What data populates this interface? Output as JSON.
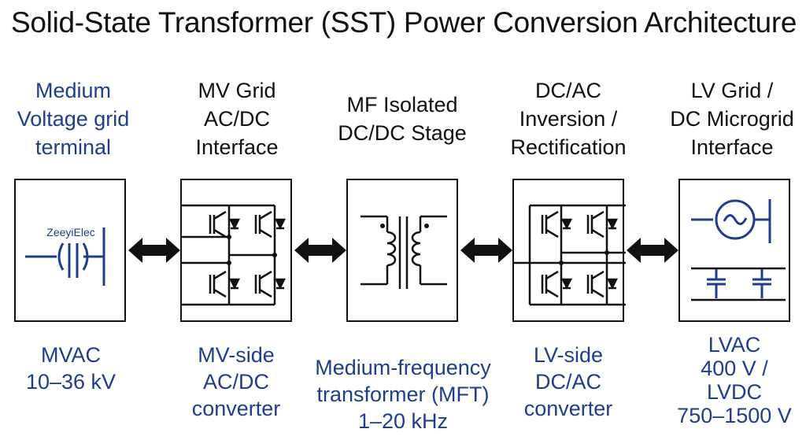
{
  "title": "Solid-State Transformer (SST) Power Conversion Architecture",
  "stages": [
    {
      "top_lines": [
        "Medium",
        "Voltage grid",
        "terminal"
      ],
      "bottom_lines": [
        "MVAC",
        "10–36 kV"
      ],
      "icon": "mv-terminal-icon",
      "brand": "ZeeyiElec"
    },
    {
      "top_lines": [
        "MV Grid",
        "AC/DC",
        "Interface"
      ],
      "bottom_lines": [
        "MV-side",
        "AC/DC",
        "converter"
      ],
      "icon": "igbt-bridge-icon"
    },
    {
      "top_lines": [
        "MF Isolated",
        "DC/DC Stage"
      ],
      "bottom_lines": [
        "Medium-frequency",
        "transformer (MFT)",
        "1–20 kHz"
      ],
      "icon": "transformer-icon"
    },
    {
      "top_lines": [
        "DC/AC",
        "Inversion /",
        "Rectification"
      ],
      "bottom_lines": [
        "LV-side",
        "DC/AC",
        "converter"
      ],
      "icon": "igbt-bridge-icon"
    },
    {
      "top_lines": [
        "LV Grid /",
        "DC Microgrid",
        "Interface"
      ],
      "bottom_lines": [
        "LVAC",
        "400 V /",
        "LVDC",
        "750–1500 V"
      ],
      "icon": "ac-source-capacitor-icon"
    }
  ],
  "connectors": [
    "bidirectional-arrow-icon",
    "bidirectional-arrow-icon",
    "bidirectional-arrow-icon",
    "bidirectional-arrow-icon"
  ],
  "colors": {
    "accent_blue": "#1f3d8a",
    "text": "#111111"
  }
}
